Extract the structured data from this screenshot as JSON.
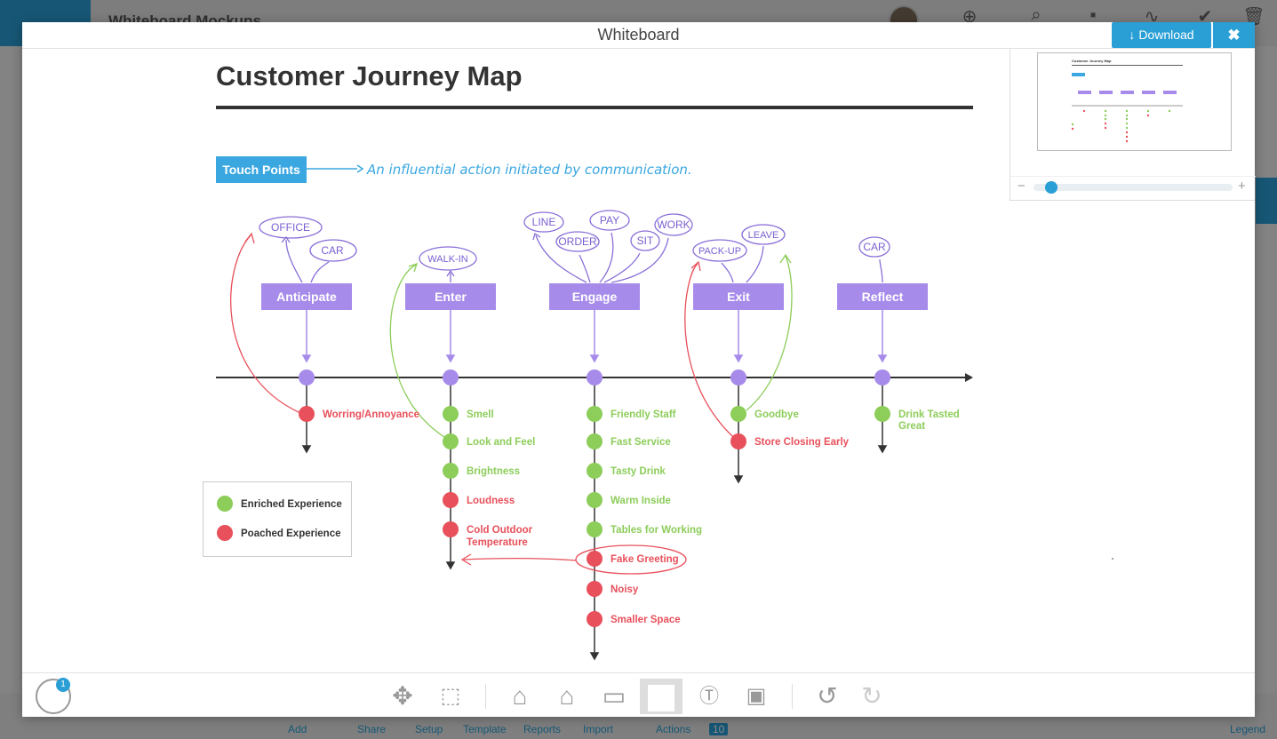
{
  "background": {
    "title": "Whiteboard Mockups",
    "bottom_nav": [
      "Add",
      "Share",
      "Setup",
      "Template",
      "Reports",
      "Import",
      "Actions",
      "Legend"
    ],
    "count_badge": "10"
  },
  "modal": {
    "title": "Whiteboard",
    "download_label": "Download",
    "close_label": "✖",
    "user_badge": "1"
  },
  "board": {
    "heading": "Customer Journey Map",
    "touch_points_label": "Touch Points",
    "touch_points_note": "An influential action initiated by communication.",
    "stages": [
      {
        "label": "Anticipate",
        "notes": [
          "OFFICE",
          "CAR"
        ]
      },
      {
        "label": "Enter",
        "notes": [
          "WALK-IN"
        ]
      },
      {
        "label": "Engage",
        "notes": [
          "LINE",
          "PAY",
          "WORK",
          "ORDER",
          "SIT"
        ]
      },
      {
        "label": "Exit",
        "notes": [
          "PACK-UP",
          "LEAVE"
        ]
      },
      {
        "label": "Reflect",
        "notes": [
          "CAR"
        ]
      }
    ],
    "points": {
      "anticipate": [
        {
          "text": "Worring/Annoyance",
          "kind": "poached"
        }
      ],
      "enter": [
        {
          "text": "Smell",
          "kind": "enriched"
        },
        {
          "text": "Look and Feel",
          "kind": "enriched"
        },
        {
          "text": "Brightness",
          "kind": "enriched"
        },
        {
          "text": "Loudness",
          "kind": "poached"
        },
        {
          "text": "Cold Outdoor",
          "kind": "poached"
        },
        {
          "text": "Temperature",
          "kind": "poached"
        }
      ],
      "engage": [
        {
          "text": "Friendly Staff",
          "kind": "enriched"
        },
        {
          "text": "Fast Service",
          "kind": "enriched"
        },
        {
          "text": "Tasty Drink",
          "kind": "enriched"
        },
        {
          "text": "Warm Inside",
          "kind": "enriched"
        },
        {
          "text": "Tables for Working",
          "kind": "enriched"
        },
        {
          "text": "Fake Greeting",
          "kind": "poached"
        },
        {
          "text": "Noisy",
          "kind": "poached"
        },
        {
          "text": "Smaller Space",
          "kind": "poached"
        }
      ],
      "exit": [
        {
          "text": "Goodbye",
          "kind": "enriched"
        },
        {
          "text": "Store Closing Early",
          "kind": "poached"
        }
      ],
      "reflect": [
        {
          "text": "Drink Tasted",
          "kind": "enriched"
        },
        {
          "text": "Great",
          "kind": "enriched"
        }
      ]
    },
    "legend": {
      "enriched": "Enriched Experience",
      "poached": "Poached Experience"
    },
    "minimap_title": "Customer Journey Map"
  },
  "colors": {
    "accent": "#2a9fd6",
    "stage": "#a78bea",
    "enriched": "#8dcd5a",
    "poached": "#e8505b",
    "note_ink": "#7a5fd0"
  }
}
